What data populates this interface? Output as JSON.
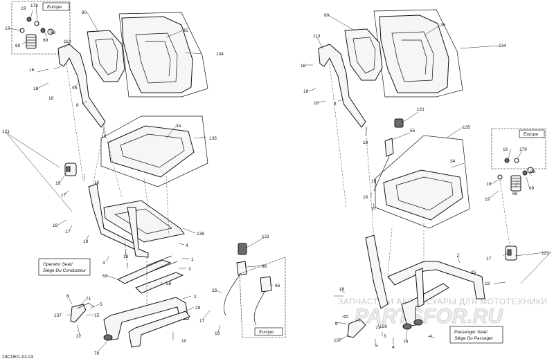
{
  "drawing_code": "29C1501-02-03",
  "captions": {
    "operator_line1": "Operator Seat/",
    "operator_line2": "Siège Du Conducteur",
    "passenger_line1": "Passenger Seat/",
    "passenger_line2": "Siège Du Passager",
    "europe_top_left": "Europe",
    "europe_bottom": "Europe",
    "europe_right": "Europe"
  },
  "watermark": {
    "line1": "ЗАПЧАСТИ И АКСЕССУАРЫ ДЛЯ МОТОТЕХНИКИ",
    "line2": "PARTSFOR.RU"
  },
  "left_labels": {
    "l19a": "19",
    "l179a": "179",
    "l19b": "19",
    "l69a": "69",
    "l69b": "69",
    "l68a": "68",
    "l80a": "80",
    "l35a": "35",
    "l134a": "134",
    "l113a": "113",
    "l16a": "16",
    "l16b": "16",
    "l18a": "18",
    "l18b": "18",
    "l8a": "8",
    "l18c": "18",
    "l34a": "34",
    "l135a": "135",
    "l121a": "121",
    "l19c": "19",
    "l10a": "10",
    "l17a": "17",
    "l19d": "19",
    "l17b": "17",
    "l138": "138",
    "l18d": "18",
    "l4a": "4",
    "l4b": "4",
    "l18e": "18",
    "l1": "1",
    "l3": "3",
    "l62": "62",
    "l58": "58",
    "l2a": "2",
    "l29": "29",
    "l25a": "25",
    "l17c": "17",
    "l19e": "19",
    "l121b": "121",
    "l66a": "66",
    "l66b": "66",
    "l6a": "6",
    "l71": "71",
    "l5a": "5",
    "l137a": "137",
    "l15": "15",
    "l22a": "22",
    "l70a": "70",
    "l10b": "10"
  },
  "right_labels": {
    "r80": "80",
    "r35": "35",
    "r134": "134",
    "r113": "113",
    "r16": "16",
    "r18a": "18",
    "r18b": "18",
    "r8": "8",
    "r18c": "18",
    "r121a": "121",
    "r55": "55",
    "r135": "135",
    "r34": "34",
    "r19a": "19",
    "r179": "179",
    "r19b": "19",
    "r68": "68",
    "r69a": "69",
    "r69b": "69",
    "r19c": "19",
    "r10": "10",
    "r18d": "18",
    "r17a": "17",
    "r121b": "121",
    "r2": "2",
    "r17b": "17",
    "r25": "25",
    "r19d": "19",
    "r18e": "18",
    "r22": "22",
    "r6": "6",
    "r71": "71",
    "r5": "5",
    "r159": "159",
    "r70": "70",
    "r137": "137",
    "r4a": "4",
    "r3": "3",
    "r4b": "4"
  }
}
